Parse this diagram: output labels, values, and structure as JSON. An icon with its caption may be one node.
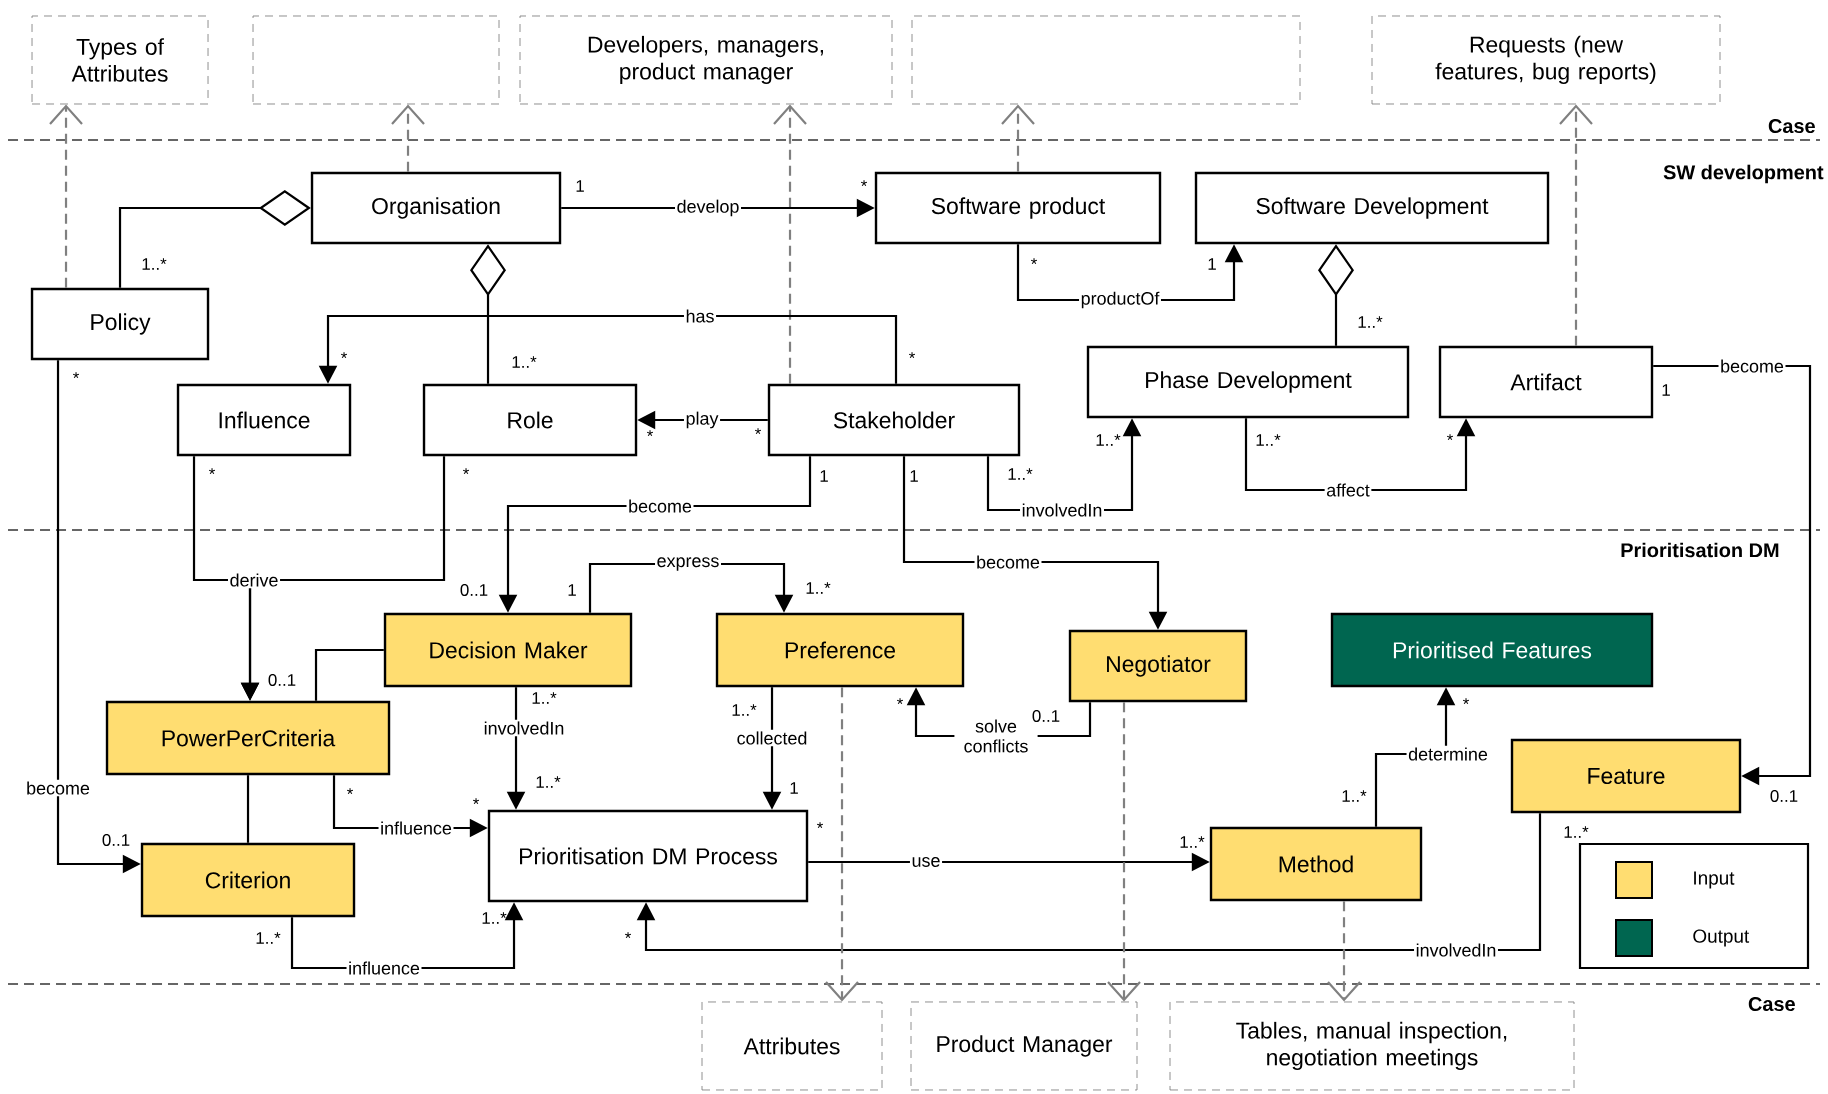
{
  "diagram": {
    "nodes": [
      {
        "text": [
          "Types of Attributes"
        ]
      },
      {
        "text": [],
        "shape": "box"
      },
      {
        "text": [
          "Developers, managers, product manager"
        ]
      },
      {
        "text": [],
        "shape": "box"
      },
      {
        "text": [
          "Requests (new features, bug reports)"
        ]
      },
      {
        "text": [
          "Organisation"
        ]
      },
      {
        "text": [
          "Software product"
        ]
      },
      {
        "text": [
          "Software Development"
        ]
      },
      {
        "text": [
          "Policy"
        ]
      },
      {
        "text": [
          "Influence"
        ]
      },
      {
        "text": [
          "Role"
        ]
      },
      {
        "text": [
          "Stakeholder"
        ]
      },
      {
        "text": [
          "Phase Development"
        ]
      },
      {
        "text": [
          "Artifact"
        ]
      },
      {
        "text": [
          "Decision Maker"
        ]
      },
      {
        "text": [
          "Preference"
        ]
      },
      {
        "text": [
          "Negotiator"
        ]
      },
      {
        "text": [
          "Prioritised Features"
        ]
      },
      {
        "text": [
          "PowerPerCriteria"
        ]
      },
      {
        "text": [
          "Feature"
        ]
      },
      {
        "text": [
          "Prioritisation DM Process"
        ]
      },
      {
        "text": [
          "Criterion"
        ]
      },
      {
        "text": [
          "Method"
        ]
      },
      {
        "text": [
          "Attributes"
        ]
      },
      {
        "text": [
          "Product Manager"
        ]
      },
      {
        "text": [
          "Tables, manual inspection, negotiation meetings"
        ]
      }
    ],
    "edges": [
      {
        "from": 8,
        "to": 0,
        "arrow": "to",
        "style": "dashed",
        "color": "#808080"
      },
      {
        "from": 5,
        "to": 1,
        "arrow": "to",
        "style": "dashed",
        "color": "#808080"
      },
      {
        "from": 11,
        "to": 2,
        "arrow": "to",
        "style": "dashed",
        "color": "#808080"
      },
      {
        "from": 6,
        "to": 3,
        "arrow": "to",
        "style": "dashed",
        "color": "#808080"
      },
      {
        "from": 13,
        "to": 4,
        "arrow": "to",
        "style": "dashed",
        "color": "#808080"
      },
      {
        "from": 5,
        "to": 8,
        "arrow": "other"
      },
      {
        "from": 5,
        "to": 10,
        "arrow": "other"
      },
      {
        "from": 7,
        "to": 12,
        "arrow": "other"
      },
      {
        "from": 5,
        "to": 6,
        "arrow": "to",
        "label": "develop"
      },
      {
        "from": 6,
        "to": 7,
        "arrow": "to",
        "label": "productOf"
      },
      {
        "from": 11,
        "to": 9,
        "arrow": "to",
        "label": "has"
      },
      {
        "from": 11,
        "to": 10,
        "arrow": "to",
        "label": "play"
      },
      {
        "from": 11,
        "to": 12,
        "arrow": "to",
        "label": "involvedIn"
      },
      {
        "from": 12,
        "to": 13,
        "arrow": "to",
        "label": "affect"
      },
      {
        "from": 13,
        "to": 19,
        "arrow": "to",
        "label": "become"
      },
      {
        "from": 11,
        "to": 14,
        "arrow": "to",
        "label": "become"
      },
      {
        "from": 11,
        "to": 16,
        "arrow": "to",
        "label": "become"
      },
      {
        "from": 9,
        "to": 18,
        "arrow": "to",
        "label": "derive"
      },
      {
        "from": 10,
        "to": 18,
        "arrow": "to"
      },
      {
        "from": 8,
        "to": 21,
        "arrow": "to",
        "label": "become"
      },
      {
        "from": 14,
        "to": 15,
        "arrow": "to",
        "label": "express"
      },
      {
        "from": 14,
        "to": 18,
        "arrow": "none"
      },
      {
        "from": 18,
        "to": 21,
        "arrow": "none"
      },
      {
        "from": 14,
        "to": 20,
        "arrow": "to",
        "label": "involvedIn"
      },
      {
        "from": 15,
        "to": 20,
        "arrow": "to",
        "label": "collected"
      },
      {
        "from": 18,
        "to": 20,
        "arrow": "to",
        "label": "influence"
      },
      {
        "from": 21,
        "to": 20,
        "arrow": "to",
        "label": "influence"
      },
      {
        "from": 20,
        "to": 22,
        "arrow": "to",
        "label": "use"
      },
      {
        "from": 16,
        "to": 15,
        "arrow": "to",
        "label": "solve conflicts"
      },
      {
        "from": 22,
        "to": 17,
        "arrow": "to",
        "label": "determine"
      },
      {
        "from": 19,
        "to": 20,
        "arrow": "to",
        "label": "involvedIn"
      },
      {
        "from": 15,
        "to": 23,
        "arrow": "to",
        "style": "dashed",
        "color": "#808080"
      },
      {
        "from": 16,
        "to": 24,
        "arrow": "to",
        "style": "dashed",
        "color": "#808080"
      },
      {
        "from": 22,
        "to": 25,
        "arrow": "to",
        "style": "dashed",
        "color": "#808080"
      }
    ],
    "labels": [
      "Case",
      "1",
      "*",
      "SW development",
      "1..*",
      "*",
      "1",
      "1..*",
      "*",
      "1..*",
      "*",
      "*",
      "1",
      "*",
      "*",
      "1..*",
      "1..*",
      "*",
      "*",
      "*",
      "1",
      "1",
      "1..*",
      "Prioritisation DM",
      "0..1",
      "1",
      "1..*",
      "0..1",
      "1..*",
      "1..*",
      "*",
      "0..1",
      "*",
      "1..*",
      "0..1",
      "1",
      "*",
      "1..*",
      "*",
      "*",
      "1..*",
      "1..*",
      "0..1",
      "1..*",
      "1..*",
      "*",
      "Case"
    ],
    "legend": [
      {
        "text": "Input",
        "color": "#ffdd71"
      },
      {
        "text": "Output",
        "color": "#006650"
      }
    ]
  }
}
